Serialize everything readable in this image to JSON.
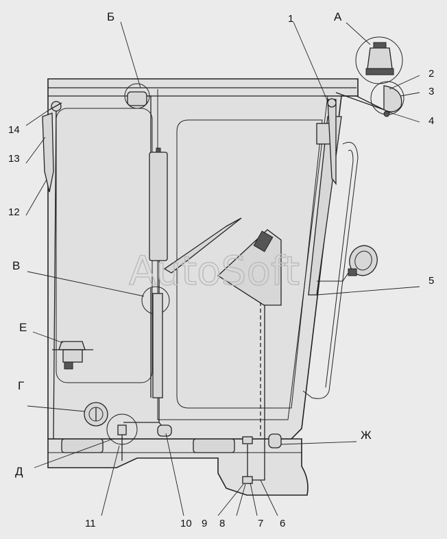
{
  "watermark": "AutoSoft",
  "letter_callouts": [
    {
      "id": "A",
      "text": "А"
    },
    {
      "id": "B",
      "text": "Б"
    },
    {
      "id": "V",
      "text": "В"
    },
    {
      "id": "E",
      "text": "Е"
    },
    {
      "id": "G",
      "text": "Г"
    },
    {
      "id": "D",
      "text": "Д"
    },
    {
      "id": "ZH",
      "text": "Ж"
    }
  ],
  "number_callouts": [
    "1",
    "2",
    "3",
    "4",
    "5",
    "6",
    "7",
    "8",
    "9",
    "10",
    "11",
    "12",
    "13",
    "14"
  ]
}
